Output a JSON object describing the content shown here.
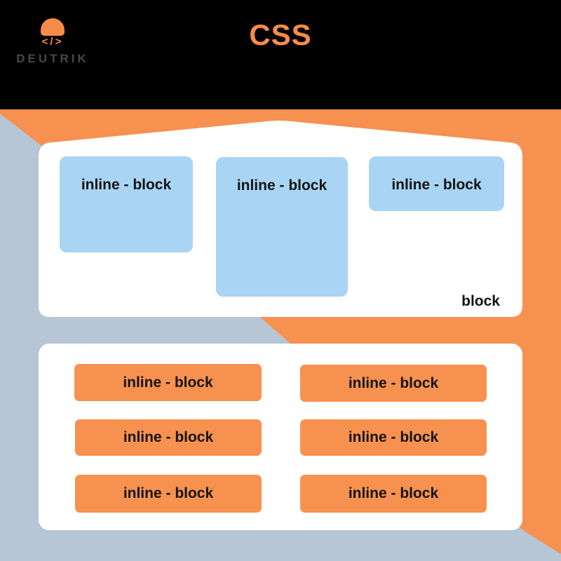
{
  "colors": {
    "header_background": "#000000",
    "orange_background": "#F7914F",
    "blue_gray_background": "#B7C6D4",
    "light_blue_box": "#A9D4F4",
    "orange_box": "#F7914F",
    "brand_orange": "#F78C4A",
    "brand_gray": "#45494D",
    "card_white": "#FFFFFF",
    "text": "#141414"
  },
  "header": {
    "logo": {
      "brand": "DEUTRIK",
      "code_icon": "</>"
    },
    "title": "CSS"
  },
  "diagram": {
    "block_container": {
      "label": "block",
      "items": [
        {
          "label": "inline - block"
        },
        {
          "label": "inline - block"
        },
        {
          "label": "inline - block"
        }
      ]
    },
    "inline_container": {
      "items": [
        {
          "label": "inline - block"
        },
        {
          "label": "inline - block"
        },
        {
          "label": "inline - block"
        },
        {
          "label": "inline - block"
        },
        {
          "label": "inline - block"
        },
        {
          "label": "inline - block"
        }
      ]
    }
  }
}
